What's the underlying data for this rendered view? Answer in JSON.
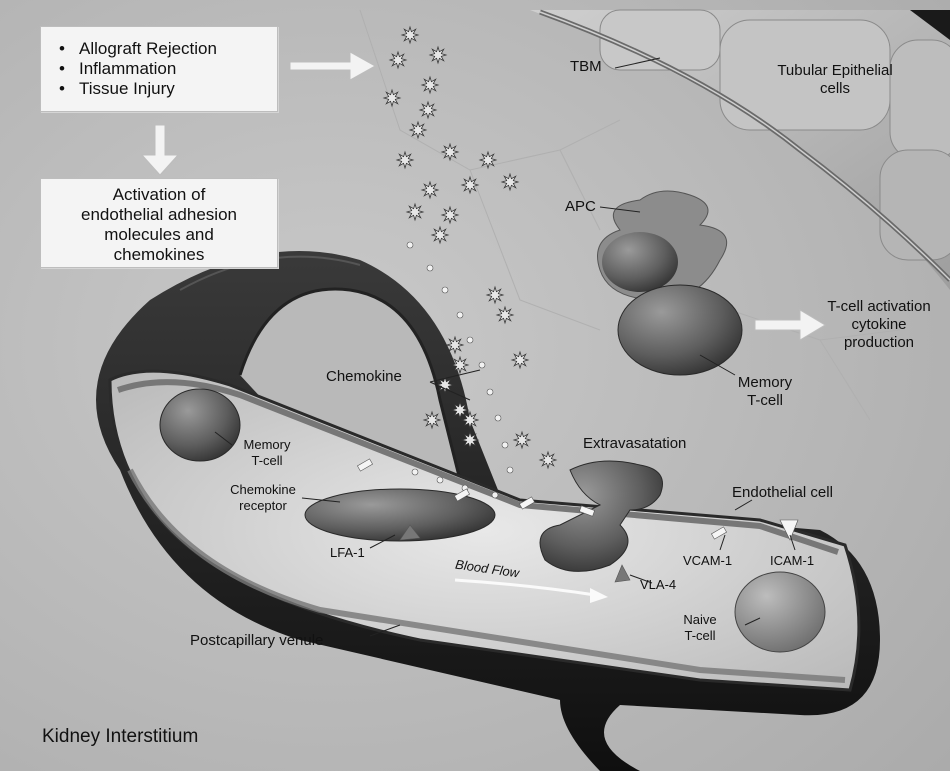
{
  "stimulus_box": {
    "items": [
      "Allograft Rejection",
      "Inflammation",
      "Tissue Injury"
    ]
  },
  "activation_box": {
    "lines": [
      "Activation of",
      "endothelial adhesion",
      "molecules and",
      "chemokines"
    ]
  },
  "labels": {
    "tbm": "TBM",
    "tubular_epithelial": [
      "Tubular Epithelial",
      "cells"
    ],
    "apc": "APC",
    "tcell_activation": [
      "T-cell activation",
      "cytokine",
      "production"
    ],
    "memory_tcell_right": [
      "Memory",
      "T-cell"
    ],
    "chemokine": "Chemokine",
    "extravasation": "Extravasatation",
    "memory_tcell_left": [
      "Memory",
      "T-cell"
    ],
    "chemokine_receptor": [
      "Chemokine",
      "receptor"
    ],
    "endothelial_cell": "Endothelial cell",
    "lfa1": "LFA-1",
    "vcam1": "VCAM-1",
    "icam1": "ICAM-1",
    "vla4": "VLA-4",
    "blood_flow": "Blood Flow",
    "naive_tcell": [
      "Naive",
      "T-cell"
    ],
    "postcapillary_venule": "Postcapillary venule",
    "kidney_interstitium": "Kidney Interstitium"
  }
}
